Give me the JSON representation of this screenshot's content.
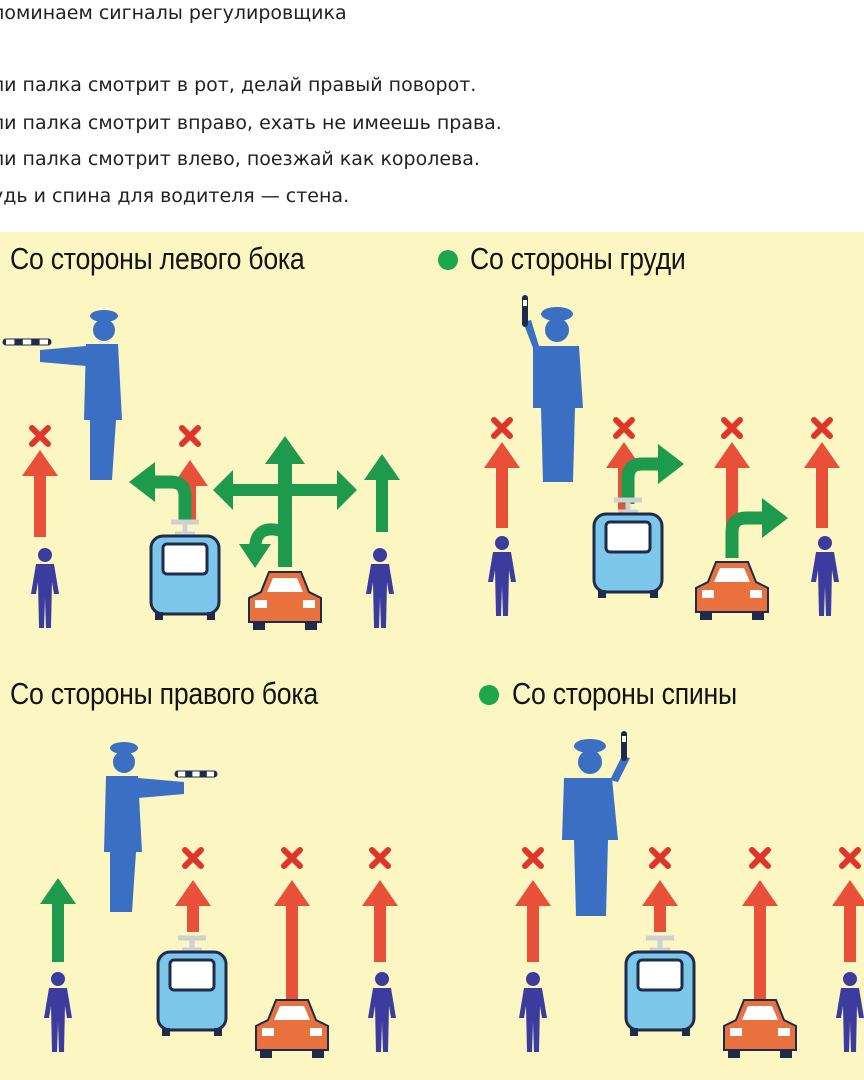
{
  "intro": {
    "lines": [
      "поминаем сигналы регулировщика",
      "ли палка смотрит в рот, делай правый поворот.",
      "ли палка смотрит вправо, ехать не имеешь права.",
      "ли палка смотрит влево, поезжай как королева.",
      "удь и спина для водителя — стена."
    ]
  },
  "panels": [
    {
      "heading": "Со стороны левого бока",
      "marker": false
    },
    {
      "heading": "Со стороны груди",
      "marker": true
    },
    {
      "heading": "Со стороны правого бока",
      "marker": false
    },
    {
      "heading": "Со стороны спины",
      "marker": true
    }
  ],
  "colors": {
    "background": "#fbf6c2",
    "allowed_arrow": "#1e9a4c",
    "forbidden_arrow": "#e8503a",
    "forbidden_mark": "#e0352b",
    "officer": "#3a6fc4",
    "pedestrian": "#3c3c9e",
    "tram": "#7cc6ea",
    "car": "#e8713e",
    "marker_dot": "#1ea64b"
  },
  "icons": [
    "traffic-officer-icon",
    "baton-icon",
    "pedestrian-icon",
    "tram-icon",
    "car-icon",
    "arrow-up-icon",
    "arrow-left-icon",
    "arrow-right-icon",
    "forbidden-cross-icon"
  ]
}
